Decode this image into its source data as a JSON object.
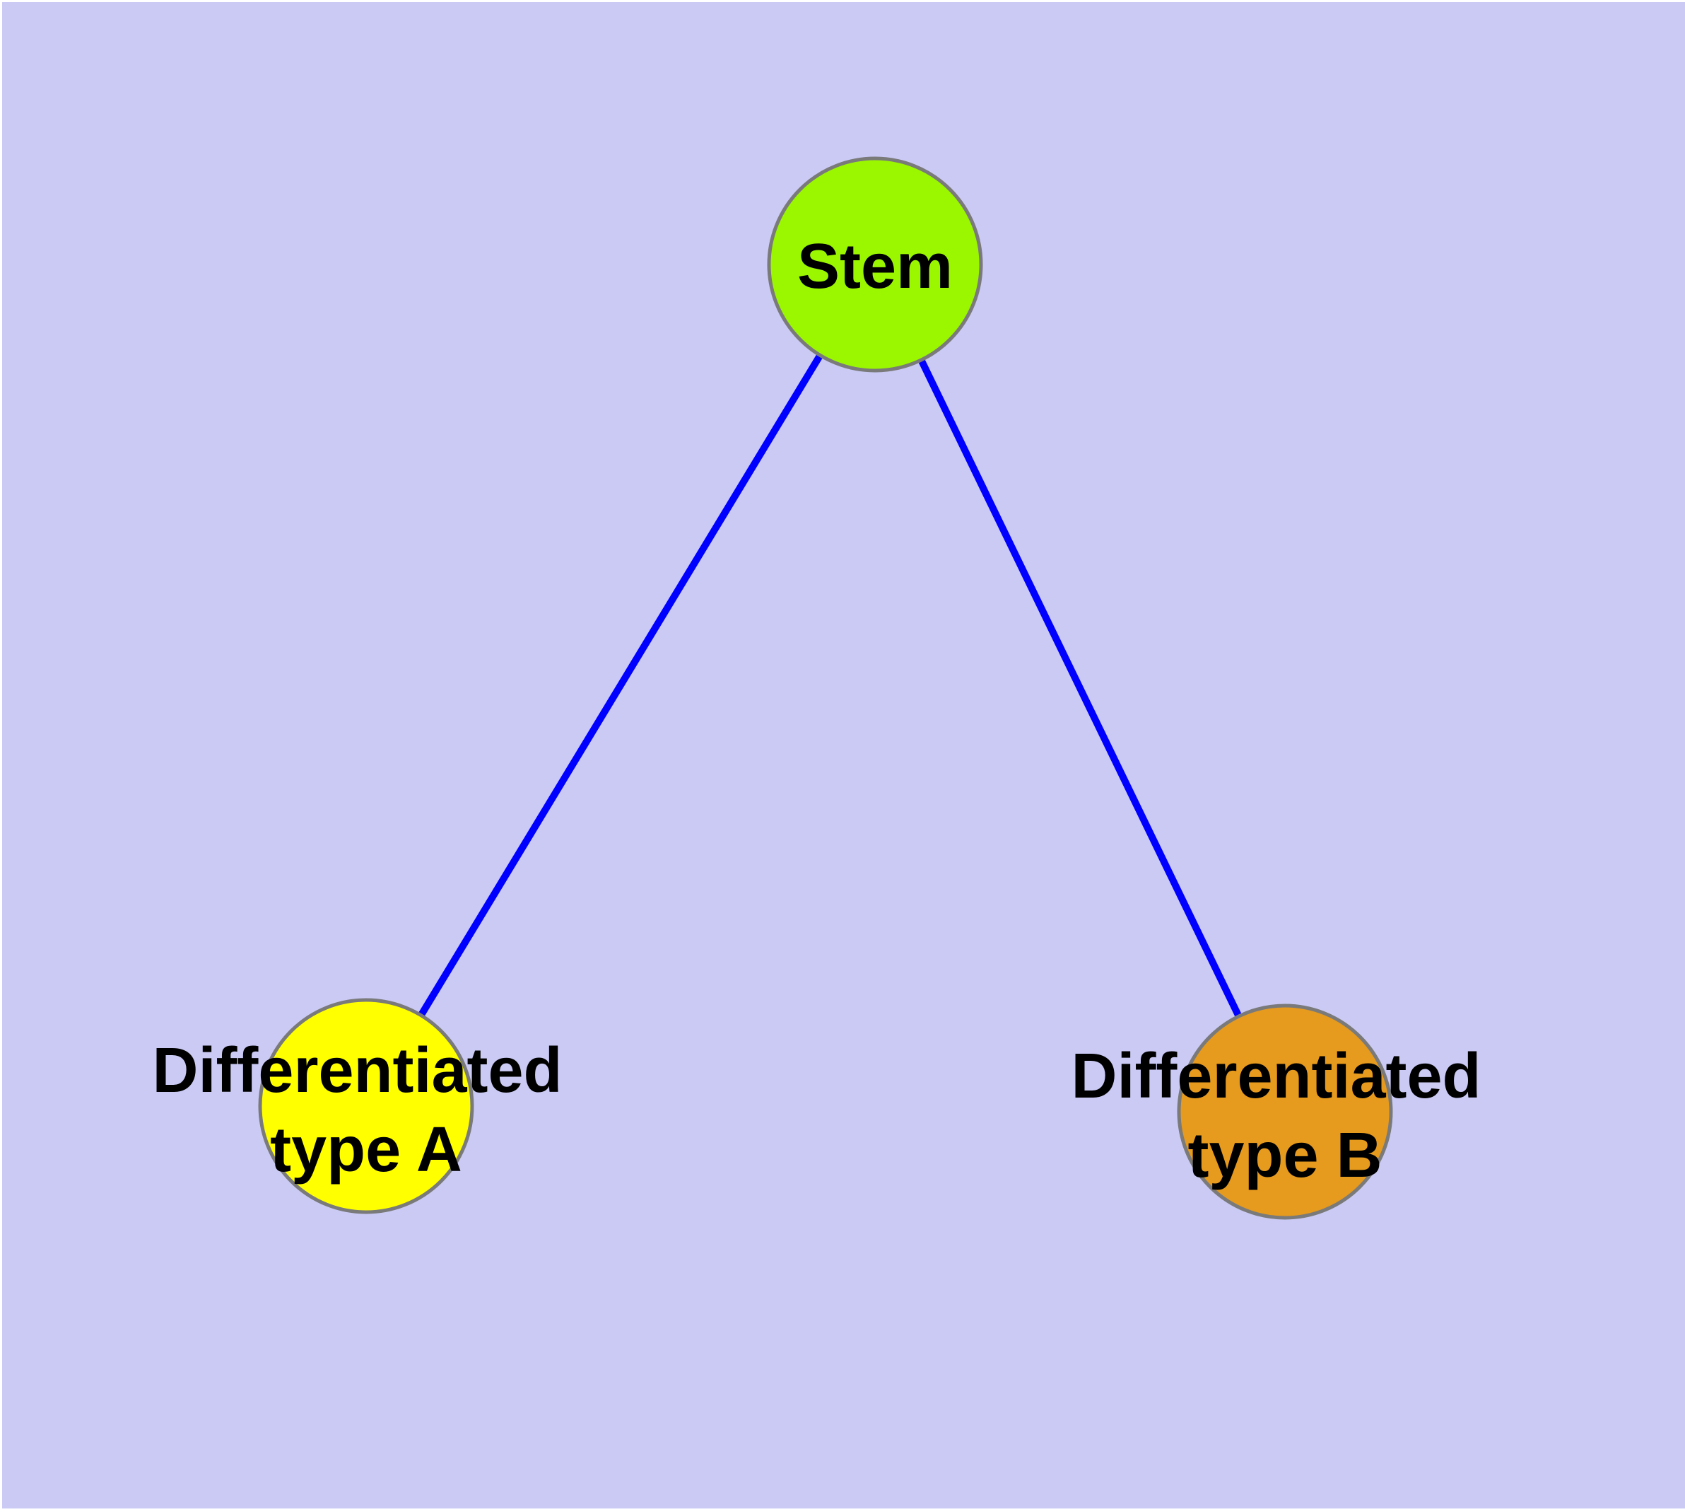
{
  "diagram": {
    "background_color": "#CACAF5",
    "page_edge_color": "#FFFFFF",
    "edge_color": "#0000FF",
    "node_border_color": "#7A7A7A",
    "label_color": "#000000",
    "nodes": [
      {
        "id": "stem",
        "label": "Stem",
        "fill_color": "#9AF700"
      },
      {
        "id": "differentiated-type-a",
        "label_line1": "Differentiated",
        "label_line2": "type A",
        "fill_color": "#FFFF00"
      },
      {
        "id": "differentiated-type-b",
        "label_line1": "Differentiated",
        "label_line2": "type B",
        "fill_color": "#E69A1E"
      }
    ],
    "edges": [
      {
        "from": "stem",
        "to": "differentiated-type-a"
      },
      {
        "from": "stem",
        "to": "differentiated-type-b"
      }
    ]
  }
}
